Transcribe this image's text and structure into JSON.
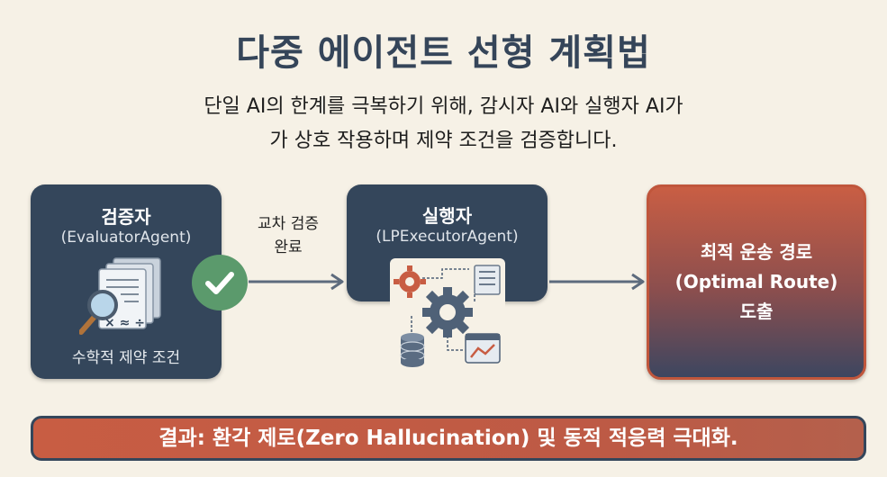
{
  "title": "다중 에이전트 선형 계획법",
  "subtitle": {
    "line1": "단일 AI의 한계를 극복하기 위해, 감시자 AI와 실행자 AI가",
    "line2": "가 상호 작용하며 제약 조건을 검증합니다."
  },
  "evaluator": {
    "title": "검증자",
    "subtitle": "(EvaluatorAgent)",
    "caption": "수학적 제약 조건",
    "icons": [
      "documents-icon",
      "magnifier-icon",
      "math-symbols-icon"
    ],
    "math_symbols": "× ≈ ÷"
  },
  "flow_label": {
    "line1": "교차 검증",
    "line2": "완료"
  },
  "executor": {
    "title": "실행자",
    "subtitle": "(LPExecutorAgent)",
    "icons": [
      "gear-icon",
      "database-icon",
      "chart-icon",
      "list-icon"
    ]
  },
  "result": {
    "line1": "최적 운송 경로",
    "line2": "(Optimal Route)",
    "line3": "도출"
  },
  "banner": "결과: 환각 제로(Zero Hallucination) 및 동적 적응력 극대화.",
  "colors": {
    "background": "#f6f1e6",
    "navy": "#34465b",
    "accent": "#c85d43",
    "check": "#5b9a6c"
  }
}
